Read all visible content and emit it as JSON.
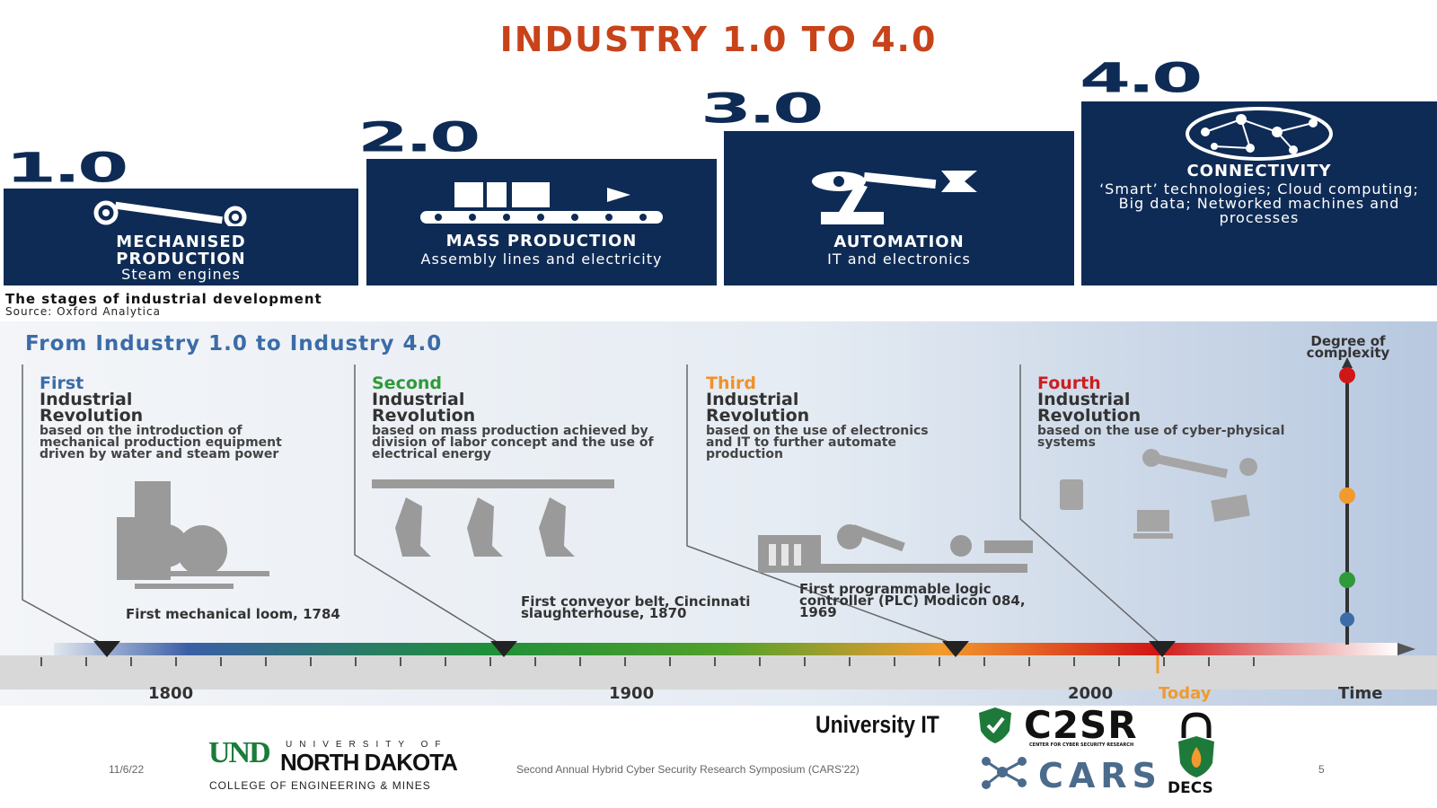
{
  "title": "INDUSTRY 1.0 TO 4.0",
  "stages": [
    {
      "number": "1.0",
      "title": "MECHANISED PRODUCTION",
      "subtitle": "Steam engines"
    },
    {
      "number": "2.0",
      "title": "MASS PRODUCTION",
      "subtitle": "Assembly lines and electricity"
    },
    {
      "number": "3.0",
      "title": "AUTOMATION",
      "subtitle": "IT and electronics"
    },
    {
      "number": "4.0",
      "title": "CONNECTIVITY",
      "subtitle": "‘Smart’ technologies; Cloud computing; Big data; Networked machines and processes"
    }
  ],
  "caption": "The stages of industrial development",
  "source": "Source: Oxford Analytica",
  "timeline": {
    "title": "From Industry 1.0 to Industry 4.0",
    "revolutions": [
      {
        "ordinal": "First",
        "label1": "Industrial",
        "label2": "Revolution",
        "description": "based on the introduction of mechanical production equipment driven by water and steam power",
        "color": "#3b6ca8"
      },
      {
        "ordinal": "Second",
        "label1": "Industrial",
        "label2": "Revolution",
        "description": "based on mass production achieved by division of labor concept and the use of electrical energy",
        "color": "#2f9a3a"
      },
      {
        "ordinal": "Third",
        "label1": "Industrial",
        "label2": "Revolution",
        "description": "based on the use of electronics and IT to further automate production",
        "color": "#f0922a"
      },
      {
        "ordinal": "Fourth",
        "label1": "Industrial",
        "label2": "Revolution",
        "description": "based on the use of cyber-physical systems",
        "color": "#cc1f1f"
      }
    ],
    "milestones": [
      "First mechanical loom, 1784",
      "First conveyor belt, Cincinnati slaughterhouse, 1870",
      "First programmable logic controller (PLC) Modicon 084, 1969"
    ],
    "axis_labels": [
      "1800",
      "1900",
      "2000",
      "Today",
      "Time"
    ],
    "complexity_label": "Degree of complexity"
  },
  "footer": {
    "date": "11/6/22",
    "symposium": "Second Annual Hybrid Cyber Security Research Symposium (CARS'22)",
    "page": "5",
    "und_mark": "UND",
    "und_university": "UNIVERSITY OF",
    "und_name": "NORTH DAKOTA",
    "und_college": "COLLEGE OF ENGINEERING & MINES",
    "university_it": "University IT",
    "c2sr": "C2SR",
    "c2sr_sub": "CENTER FOR CYBER SECURITY RESEARCH",
    "cars": "CARS",
    "decs": "DECS"
  },
  "colors": {
    "navy": "#0e2b55",
    "title_orange": "#c8431a"
  }
}
